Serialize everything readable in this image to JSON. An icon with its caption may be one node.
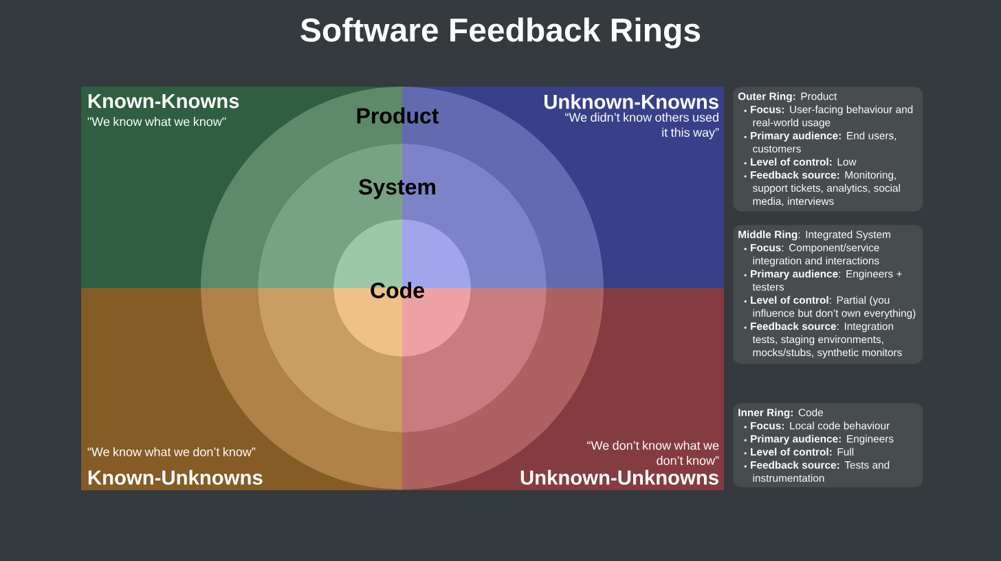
{
  "diagram": {
    "title": "Software Feedback Rings",
    "nodes": [
      {
        "text": [
          "Known-Knowns",
          "\"We know what we know\""
        ]
      },
      {
        "text": [
          "Unknown-Knowns",
          "“We didn’t know others used it this way”"
        ]
      },
      {
        "text": [
          "“We know what we don’t know”",
          "Known-Unknowns"
        ]
      },
      {
        "text": [
          "“We don’t know what we don’t know”",
          "Unknown-Unknowns"
        ]
      },
      {
        "text": [
          "Product"
        ]
      },
      {
        "text": [
          "System"
        ],
        "in": 4
      },
      {
        "text": [
          "Code"
        ],
        "in": 5
      },
      {
        "text": [
          "**Outer Ring:** Product",
          "**Focus:** User-facing behaviour and real-world usage",
          "**Primary audience:** End users, customers",
          "**Level of control:** Low",
          "**Feedback source:** Monitoring, support tickets, analytics, social media, interviews"
        ]
      },
      {
        "text": [
          "**Middle Ring**: Integrated System",
          "**Focus**: Component/service integration and interactions",
          "**Primary audience**: Engineers + testers",
          "**Level of control**: Partial (you influence but don’t own everything)",
          "**Feedback source**: Integration tests, staging environments, mocks/stubs, synthetic monitors"
        ]
      },
      {
        "text": [
          "**Inner Ring:** Code",
          "**Focus:** Local code behaviour",
          "**Primary audience:** Engineers",
          "**Level of control:** Full",
          "**Feedback source:** Tests and instrumentation"
        ]
      }
    ]
  }
}
